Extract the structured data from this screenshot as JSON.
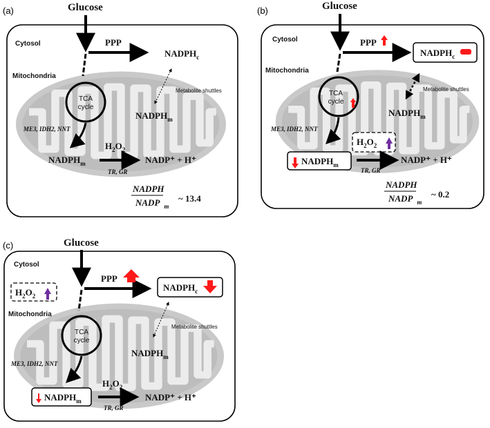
{
  "panels": [
    {
      "id": "a",
      "panel_label": "(a)",
      "glucose": "Glucose",
      "cytosol": "Cytosol",
      "mitochondria": "Mitochondria",
      "ppp": "PPP",
      "nadph_c": "NADPH",
      "nadph_c_sub": "c",
      "metabolite_shuttles": "Metabolite shuttles",
      "nadph_m": "NADPH",
      "nadph_m_sub": "m",
      "tca_line1": "TCA",
      "tca_line2": "cycle",
      "enzymes": "ME3, IDH2, NNT",
      "nadph_m2": "NADPH",
      "nadph_m2_sub": "m",
      "h2o2_base": "H",
      "h2o2_sub1": "2",
      "h2o2_o": "O",
      "h2o2_sub2": "2",
      "tr_gr": "TR, GR",
      "nadp_product": "NADP⁺ + H⁺",
      "ratio_num": "NADPH",
      "ratio_den": "NADP",
      "ratio_sub": "m",
      "ratio_value": "~ 13.4"
    },
    {
      "id": "b",
      "panel_label": "(b)",
      "glucose": "Glucose",
      "cytosol": "Cytosol",
      "mitochondria": "Mitochondria",
      "ppp": "PPP",
      "nadph_c": "NADPH",
      "nadph_c_sub": "c",
      "metabolite_shuttles": "Metabolite shuttles",
      "nadph_m": "NADPH",
      "nadph_m_sub": "m",
      "tca_line1": "TCA",
      "tca_line2": "cycle",
      "enzymes": "ME3, IDH2, NNT",
      "nadph_m2": "NADPH",
      "nadph_m2_sub": "m",
      "h2o2_base": "H",
      "h2o2_sub1": "2",
      "h2o2_o": "O",
      "h2o2_sub2": "2",
      "tr_gr": "TR, GR",
      "nadp_product": "NADP⁺ + H⁺",
      "ratio_num": "NADPH",
      "ratio_den": "NADP",
      "ratio_sub": "m",
      "ratio_value": "~ 0.2"
    },
    {
      "id": "c",
      "panel_label": "(c)",
      "glucose": "Glucose",
      "cytosol": "Cytosol",
      "mitochondria": "Mitochondria",
      "ppp": "PPP",
      "nadph_c": "NADPH",
      "nadph_c_sub": "c",
      "metabolite_shuttles": "Metabolite shuttles",
      "nadph_m": "NADPH",
      "nadph_m_sub": "m",
      "tca_line1": "TCA",
      "tca_line2": "cycle",
      "enzymes": "ME3, IDH2, NNT",
      "nadph_m2": "NADPH",
      "nadph_m2_sub": "m",
      "h2o2_base": "H",
      "h2o2_sub1": "2",
      "h2o2_o": "O",
      "h2o2_sub2": "2",
      "tr_gr": "TR, GR",
      "nadp_product": "NADP⁺ + H⁺",
      "cyto_h2o2_base": "H",
      "cyto_h2o2_sub1": "2",
      "cyto_h2o2_o": "O",
      "cyto_h2o2_sub2": "2"
    }
  ],
  "colors": {
    "up_arrow": "#ff1a1a",
    "down_arrow": "#ff1a1a",
    "purple_arrow": "#7030a0",
    "mito_outer": "#c8c8c8",
    "mito_inner": "#e6e6e6"
  },
  "icons": [
    "red-up-arrow-icon",
    "red-down-arrow-icon",
    "red-dash-icon",
    "purple-up-arrow-icon"
  ]
}
